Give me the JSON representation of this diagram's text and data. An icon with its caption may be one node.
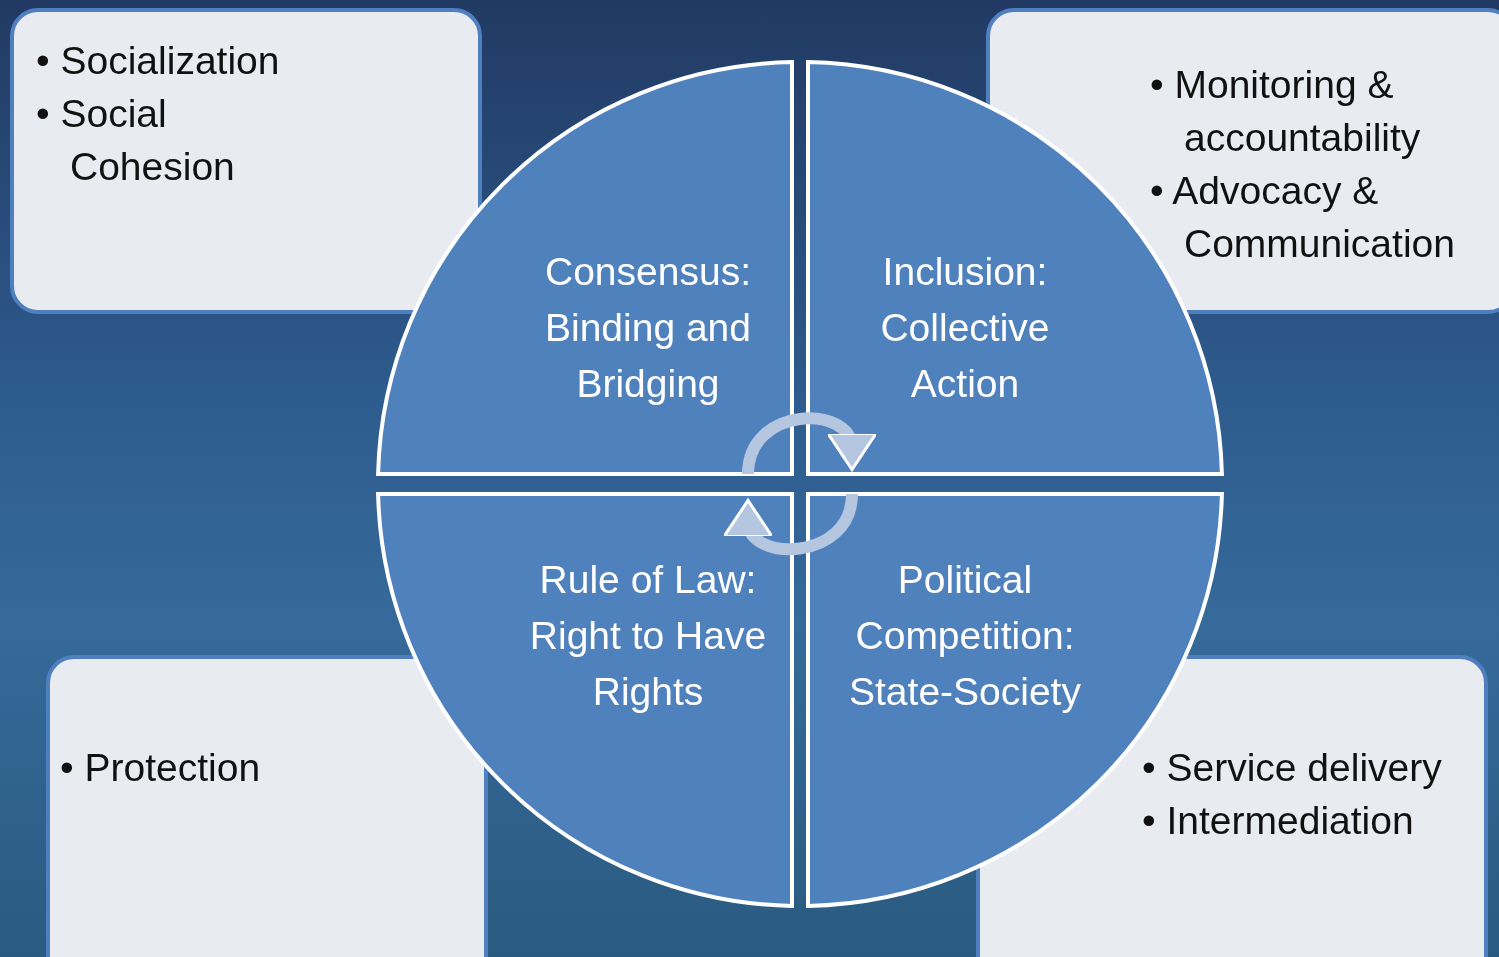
{
  "diagram": {
    "nodes": [
      {
        "text": [
          "• Socialization",
          "• Social Cohesion"
        ]
      },
      {
        "text": [
          "• Monitoring & accountability",
          "• Advocacy & Communication"
        ]
      },
      {
        "text": [
          "• Protection"
        ]
      },
      {
        "text": [
          "• Service delivery",
          "• Intermediation"
        ]
      },
      {
        "text": [
          "Consensus: Binding and Bridging"
        ]
      },
      {
        "text": [
          "Inclusion: Collective Action"
        ]
      },
      {
        "text": [
          "Rule of Law: Right to Have Rights"
        ]
      },
      {
        "text": [
          "Political Competition: State-Society"
        ]
      }
    ],
    "edges": [
      {
        "from": 4,
        "to": 5,
        "arrow": "to"
      },
      {
        "from": 7,
        "to": 6,
        "arrow": "to"
      }
    ]
  }
}
